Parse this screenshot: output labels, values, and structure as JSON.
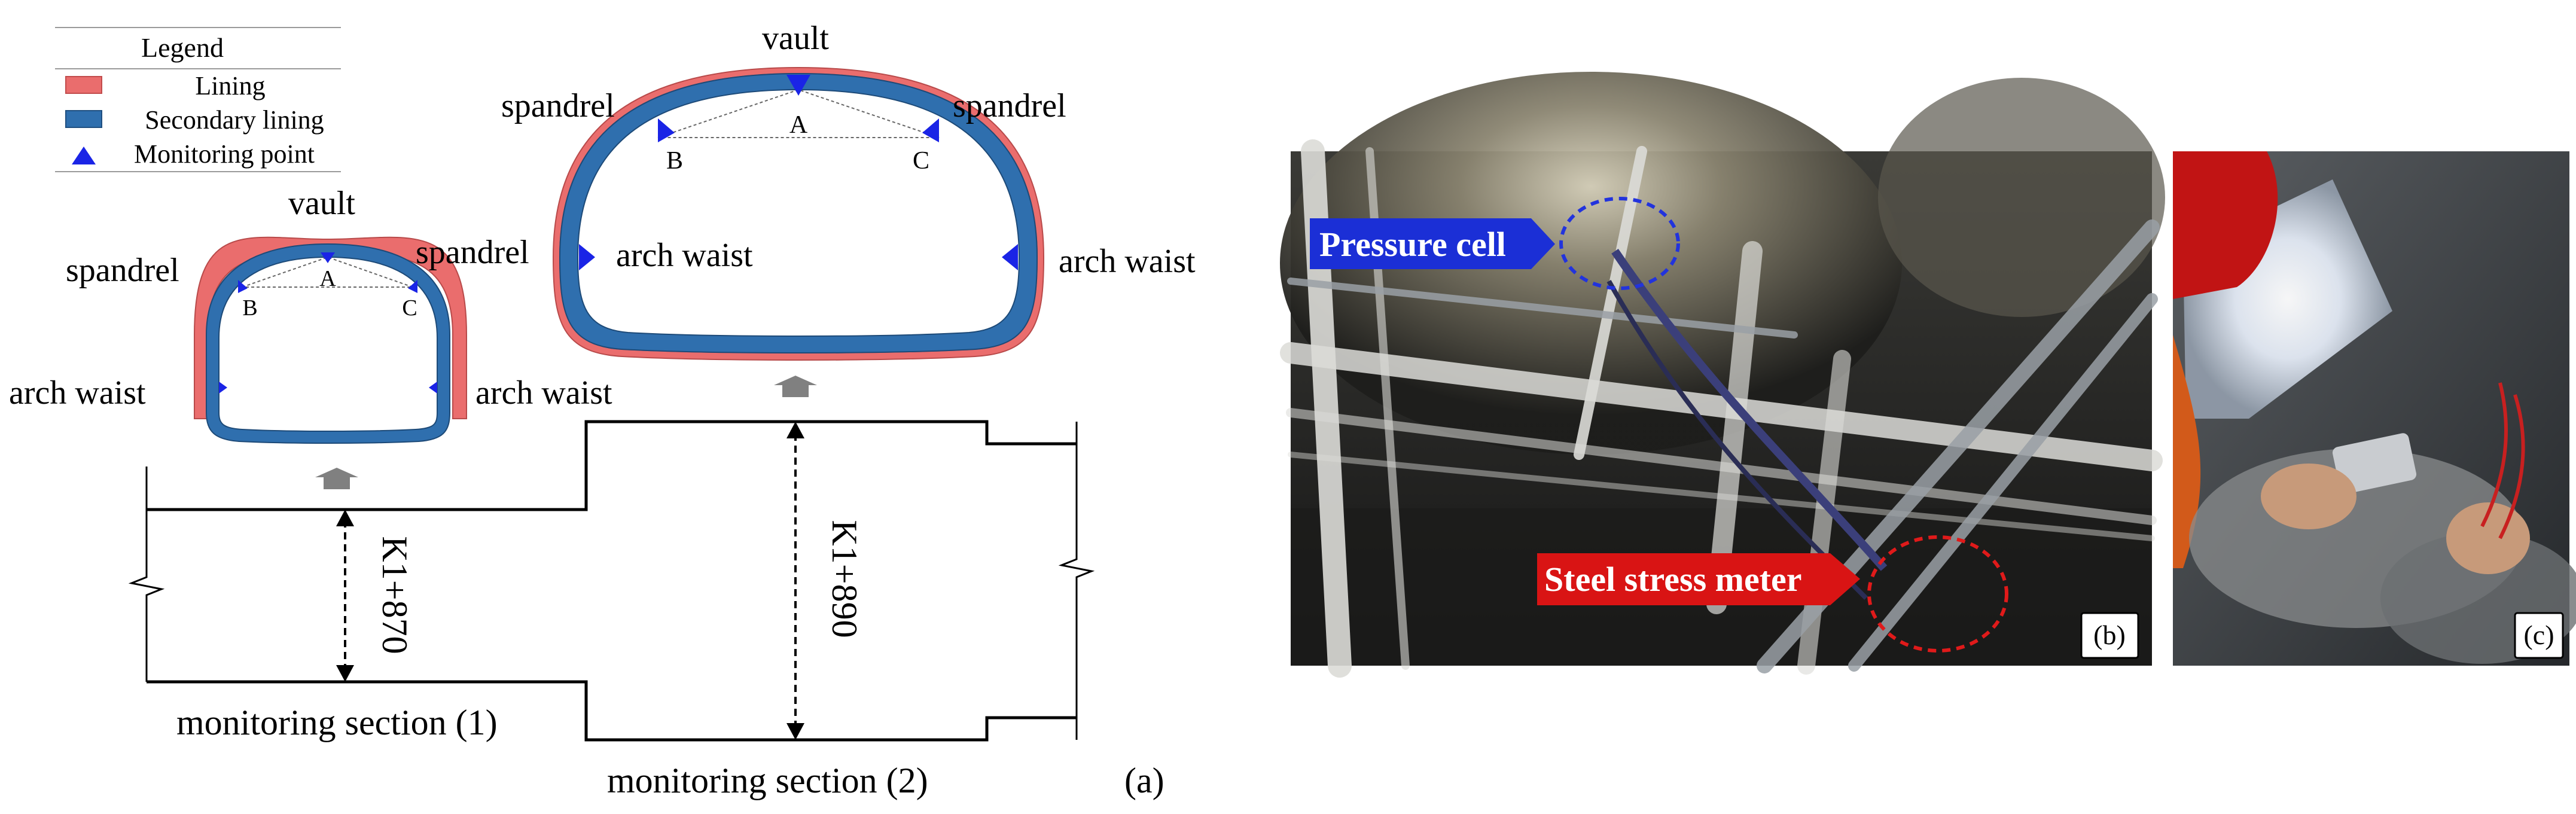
{
  "colors": {
    "lining": "#ea6d6d",
    "secondary_lining": "#2f6fae",
    "monitoring_point": "#1a24e6",
    "arrow": "#808080",
    "pressure_cell_tag": "#1b2fd6",
    "steel_meter_tag": "#d91414"
  },
  "legend": {
    "title": "Legend",
    "items": [
      {
        "label": "Lining",
        "symbol": "lining-swatch"
      },
      {
        "label": "Secondary lining",
        "symbol": "secondary-lining-swatch"
      },
      {
        "label": "Monitoring point",
        "symbol": "triangle-marker"
      }
    ]
  },
  "small_section": {
    "labels": {
      "vault": "vault",
      "spandrel_left": "spandrel",
      "spandrel_right": "spandrel",
      "arch_waist_left": "arch waist",
      "arch_waist_right": "arch waist",
      "point_a": "A",
      "point_b": "B",
      "point_c": "C"
    },
    "station": "K1+870",
    "caption": "monitoring section (1)"
  },
  "large_section": {
    "labels": {
      "vault": "vault",
      "spandrel_left": "spandrel",
      "spandrel_right": "spandrel",
      "arch_waist_left": "arch waist",
      "arch_waist_right": "arch waist",
      "point_a": "A",
      "point_b": "B",
      "point_c": "C"
    },
    "station": "K1+890",
    "caption": "monitoring section (2)"
  },
  "panel_labels": {
    "a": "(a)",
    "b": "(b)",
    "c": "(c)"
  },
  "photo_b": {
    "pressure_cell": "Pressure cell",
    "steel_stress_meter": "Steel stress meter"
  }
}
